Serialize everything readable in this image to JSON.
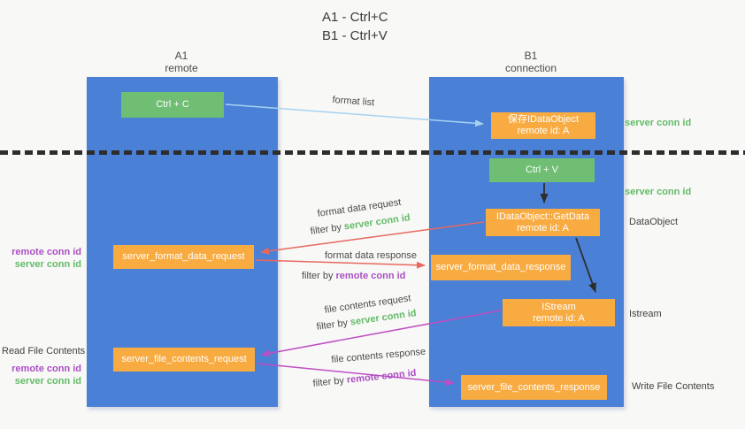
{
  "title": {
    "line1": "A1 - Ctrl+C",
    "line2": "B1 - Ctrl+V"
  },
  "lifelines": {
    "left": {
      "name": "A1",
      "role": "remote"
    },
    "right": {
      "name": "B1",
      "role": "connection"
    }
  },
  "nodes": {
    "ctrl_c": "Ctrl + C",
    "save_idataobject": {
      "line1": "保存IDataObject",
      "line2": "remote id: A"
    },
    "ctrl_v": "Ctrl + V",
    "getdata": {
      "line1": "IDataObject::GetData",
      "line2": "remote id: A"
    },
    "format_request": "server_format_data_request",
    "format_response": "server_format_data_response",
    "istream": {
      "line1": "IStream",
      "line2": "remote id: A"
    },
    "file_request": "server_file_contents_request",
    "file_response": "server_file_contents_response"
  },
  "edges": {
    "format_list": "format list",
    "format_request_label": "format data request",
    "format_request_filter": "filter by",
    "format_request_filter_key": "server conn id",
    "format_response_label": "format data response",
    "format_response_filter": "filter by",
    "format_response_filter_key": "remote conn id",
    "file_request_label": "file contents request",
    "file_request_filter": "filter by",
    "file_request_filter_key": "server conn id",
    "file_response_label": "file contents response",
    "file_response_filter": "filter by",
    "file_response_filter_key": "remote conn id"
  },
  "annotations": {
    "right_server_conn_top": "server conn id",
    "right_server_conn_mid": "server conn id",
    "right_dataobject": "DataObject",
    "right_istream": "Istream",
    "right_write_file": "Write File Contents",
    "left_remote_conn_1": "remote conn id",
    "left_server_conn_1": "server conn id",
    "left_read_file": "Read File Contents",
    "left_remote_conn_2": "remote conn id",
    "left_server_conn_2": "server conn id"
  },
  "colors": {
    "column_blue": "#4a80d5",
    "green_box": "#6fbe73",
    "orange_box": "#f8ab41",
    "red_arrow": "#e8685f",
    "magenta_arrow": "#bf4ec4",
    "light_blue_arrow": "#a6d2f0",
    "black_arrow": "#2d2d2d",
    "green_text": "#63bb67",
    "purple_text": "#ab4fc3"
  }
}
